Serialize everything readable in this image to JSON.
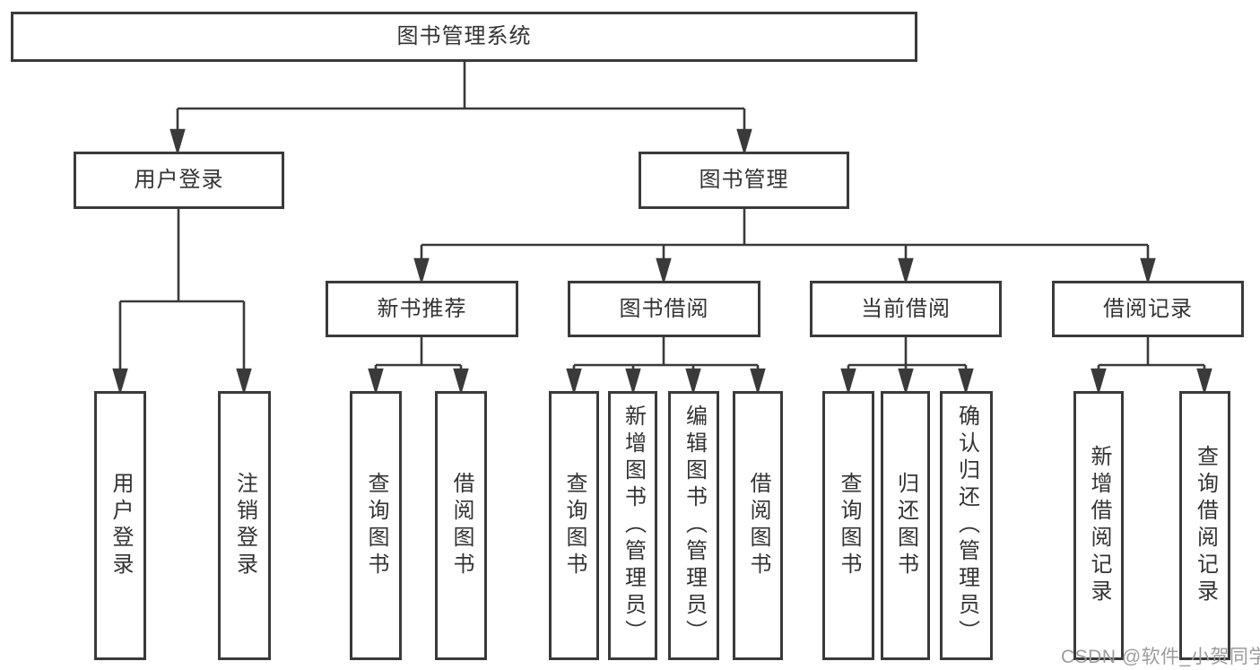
{
  "tree": {
    "label": "图书管理系统",
    "children": [
      {
        "label": "用户登录",
        "children": [
          {
            "label": "用户登录"
          },
          {
            "label": "注销登录"
          }
        ]
      },
      {
        "label": "图书管理",
        "children": [
          {
            "label": "新书推荐",
            "children": [
              {
                "label": "查询图书"
              },
              {
                "label": "借阅图书"
              }
            ]
          },
          {
            "label": "图书借阅",
            "children": [
              {
                "label": "查询图书"
              },
              {
                "label": "新增图书（管理员）"
              },
              {
                "label": "编辑图书（管理员）"
              },
              {
                "label": "借阅图书"
              }
            ]
          },
          {
            "label": "当前借阅",
            "children": [
              {
                "label": "查询图书"
              },
              {
                "label": "归还图书"
              },
              {
                "label": "确认归还（管理员）"
              }
            ]
          },
          {
            "label": "借阅记录",
            "children": [
              {
                "label": "新增借阅记录"
              },
              {
                "label": "查询借阅记录"
              }
            ]
          }
        ]
      }
    ]
  },
  "watermark": {
    "text": "CSDN @软件_小贺同学"
  },
  "colors": {
    "line": "#3a3a3a",
    "box_border": "#3a3a3a",
    "text": "#333333",
    "watermark": "#9c9c9c",
    "background": "#ffffff"
  }
}
